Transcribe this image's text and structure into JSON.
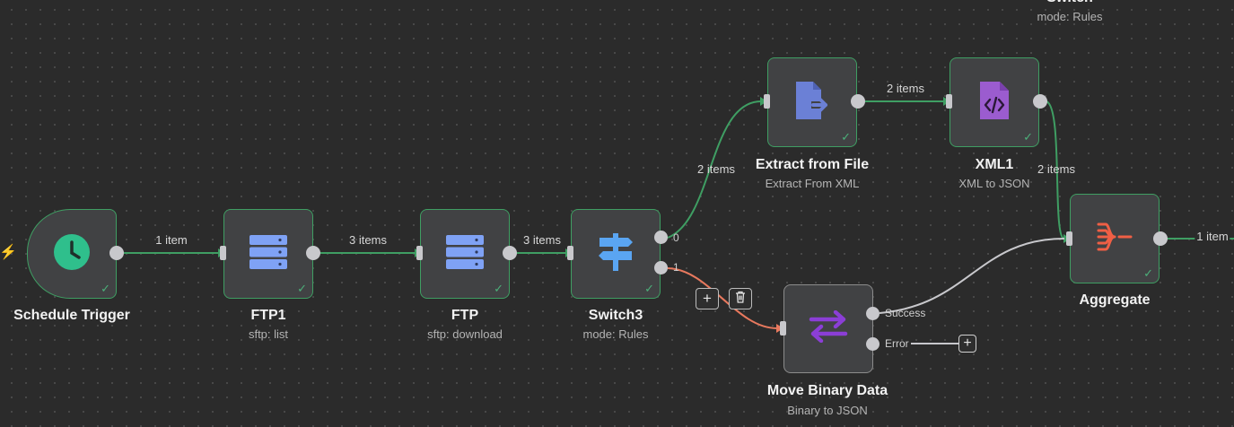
{
  "nodes": {
    "schedule_trigger": {
      "title": "Schedule Trigger"
    },
    "ftp1": {
      "title": "FTP1",
      "subtitle": "sftp: list"
    },
    "ftp": {
      "title": "FTP",
      "subtitle": "sftp: download"
    },
    "switch3": {
      "title": "Switch3",
      "subtitle": "mode: Rules",
      "outputs": [
        "0",
        "1"
      ]
    },
    "extract_from_file": {
      "title": "Extract from File",
      "subtitle": "Extract From XML"
    },
    "xml1": {
      "title": "XML1",
      "subtitle": "XML to JSON"
    },
    "aggregate": {
      "title": "Aggregate"
    },
    "move_binary_data": {
      "title": "Move Binary Data",
      "subtitle": "Binary to JSON",
      "outputs": [
        "Success",
        "Error"
      ]
    },
    "switch_offscreen": {
      "title": "Switch",
      "subtitle": "mode: Rules"
    }
  },
  "edges": {
    "trigger_to_ftp1": "1 item",
    "ftp1_to_ftp": "3 items",
    "ftp_to_switch3": "3 items",
    "switch3_to_extract": "2 items",
    "extract_to_xml1": "2 items",
    "xml1_to_aggregate": "2 items",
    "aggregate_out": "1 item"
  },
  "edge_toolbar": {
    "add": "+",
    "delete": "🗑"
  },
  "colors": {
    "success_edge": "#3f9e63",
    "pending_edge": "#e8795e",
    "neutral_edge": "#c8c8cc",
    "canvas": "#2b2b2b"
  },
  "icons": {
    "schedule_trigger": "clock-icon",
    "ftp1": "server-icon",
    "ftp": "server-icon",
    "switch3": "signpost-icon",
    "extract_from_file": "file-export-icon",
    "xml1": "code-file-icon",
    "aggregate": "aggregate-icon",
    "move_binary_data": "swap-arrows-icon"
  }
}
